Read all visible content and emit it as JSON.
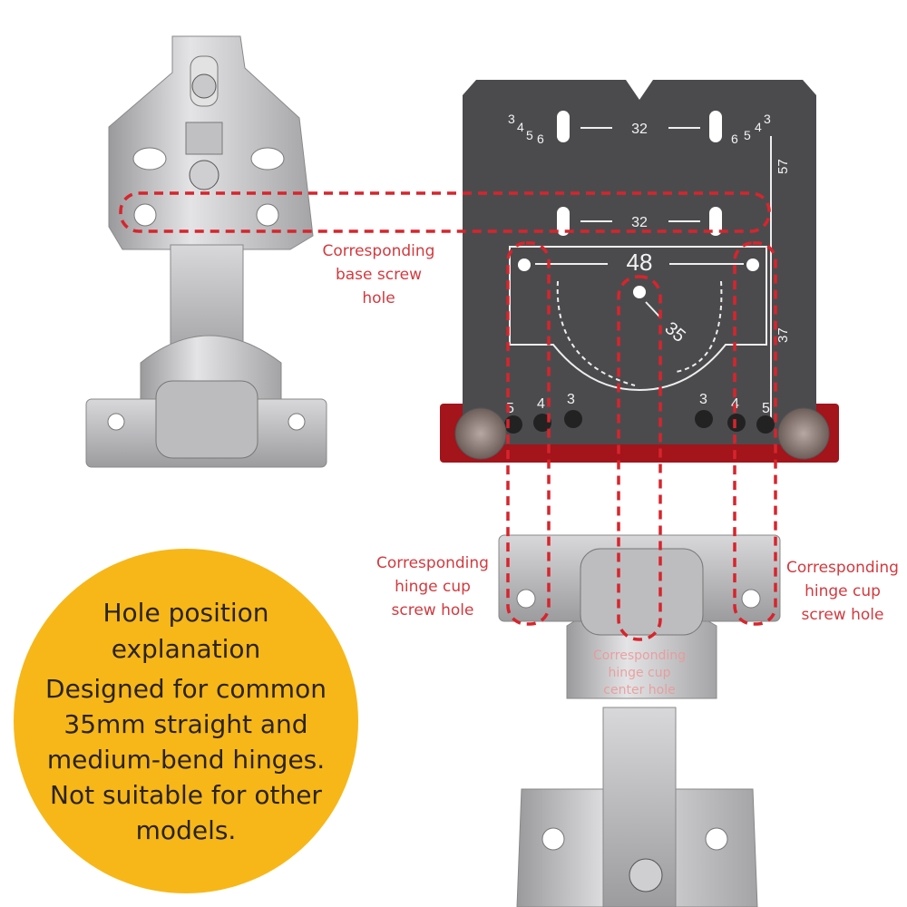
{
  "labels": {
    "base_screw": [
      "Corresponding",
      "base screw",
      "hole"
    ],
    "cup_screw_left": [
      "Corresponding",
      "hinge cup",
      "screw hole"
    ],
    "cup_screw_right": [
      "Corresponding",
      "hinge cup",
      "screw hole"
    ],
    "cup_center": [
      "Corresponding",
      "hinge cup",
      "center hole"
    ]
  },
  "badge": {
    "title": [
      "Hole position",
      "explanation"
    ],
    "body": [
      "Designed for common",
      "35mm straight and",
      "medium-bend hinges.",
      "Not suitable for other",
      "models."
    ]
  },
  "template": {
    "spacing_top": "32",
    "spacing_mid": "32",
    "width_mark": "48",
    "diameter_mark": "35",
    "height_top": "57",
    "height_bottom": "37",
    "scale_left": [
      "3",
      "4",
      "5",
      "6"
    ],
    "scale_right": [
      "3",
      "4",
      "5",
      "6"
    ],
    "hole_labels_left": [
      "5",
      "4",
      "3"
    ],
    "hole_labels_right": [
      "3",
      "4",
      "5"
    ]
  },
  "colors": {
    "accent_red": "#d23a3f",
    "badge": "#f7b718",
    "plate": "#4b4b4e",
    "base": "#a3141b"
  }
}
